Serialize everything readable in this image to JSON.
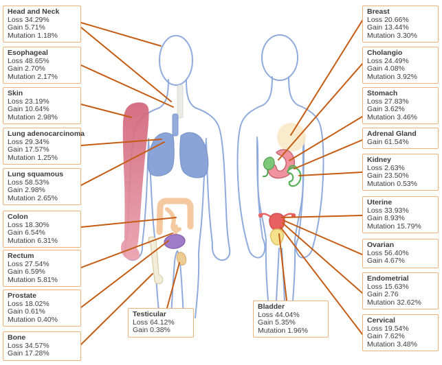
{
  "colors": {
    "box_border": "#F2B079",
    "connector": "#C55A11",
    "body_outline": "#8FAADC",
    "lungs": "#8AA4D8",
    "skin_arm": "#D96A80",
    "colon": "#F5C9A0",
    "prostate": "#A07CC8",
    "bone": "#F2ECDA",
    "testicle": "#ECCC92",
    "stomach": "#F0939E",
    "cholangio_green": "#5FB75F",
    "kidney_green": "#55B055",
    "uterus": "#E96060",
    "bladder": "#F5E08E",
    "breast": "#F8E9C6",
    "text": "#3B3B3B"
  },
  "boxes": {
    "head_and_neck": {
      "title": "Head and Neck",
      "lines": [
        "Loss 34.29%",
        "Gain 5.71%",
        "Mutation 1.18%"
      ]
    },
    "esophageal": {
      "title": "Esophageal",
      "lines": [
        "Loss 48.65%",
        "Gain 2.70%",
        "Mutation 2.17%"
      ]
    },
    "skin": {
      "title": "Skin",
      "lines": [
        "Loss 23.19%",
        "Gain 10.64%",
        "Mutation 2.98%"
      ]
    },
    "lung_adenocarcinoma": {
      "title": "Lung adenocarcinoma",
      "lines": [
        "Loss 29.34%",
        "Gain 17.57%",
        "Mutation 1.25%"
      ]
    },
    "lung_squamous": {
      "title": "Lung squamous",
      "lines": [
        "Loss 58.53%",
        "Gain 2.98%",
        "Mutation 2.65%"
      ]
    },
    "colon": {
      "title": "Colon",
      "lines": [
        "Loss 18.30%",
        "Gain 6.54%",
        "Mutation 6.31%"
      ]
    },
    "rectum": {
      "title": "Rectum",
      "lines": [
        "Loss 27.54%",
        "Gain 6.59%",
        "Mutation 5.81%"
      ]
    },
    "prostate": {
      "title": "Prostate",
      "lines": [
        "Loss 18.02%",
        "Gain 0.61%",
        "Mutation 0.40%"
      ]
    },
    "bone": {
      "title": "Bone",
      "lines": [
        "Loss 34.57%",
        "Gain 17.28%"
      ]
    },
    "testicular": {
      "title": "Testicular",
      "lines": [
        "Loss 64.12%",
        "Gain 0.38%"
      ]
    },
    "bladder": {
      "title": "Bladder",
      "lines": [
        "Loss 44.04%",
        "Gain 5.35%",
        "Mutation 1.96%"
      ]
    },
    "breast": {
      "title": "Breast",
      "lines": [
        "Loss 20.66%",
        "Gain 13.44%",
        "Mutation 3.30%"
      ]
    },
    "cholangio": {
      "title": "Cholangio",
      "lines": [
        "Loss 24.49%",
        "Gain 4.08%",
        "Mutation 3.92%"
      ]
    },
    "stomach": {
      "title": "Stomach",
      "lines": [
        "Loss 27.83%",
        "Gain 3.62%",
        "Mutation 3.46%"
      ]
    },
    "adrenal_gland": {
      "title": "Adrenal Gland",
      "lines": [
        "Gain 61.54%"
      ]
    },
    "kidney": {
      "title": "Kidney",
      "lines": [
        "Loss 2.63%",
        "Gain 23.50%",
        "Mutation 0.53%"
      ]
    },
    "uterine": {
      "title": "Uterine",
      "lines": [
        "Loss 33.93%",
        "Gain 8.93%",
        "Mutation 15.79%"
      ]
    },
    "ovarian": {
      "title": "Ovarian",
      "lines": [
        "Loss 56.40%",
        "Gain 4.67%"
      ]
    },
    "endometrial": {
      "title": "Endometrial",
      "lines": [
        "Loss 15.63%",
        "Gain 2.76",
        "Mutation 32.62%"
      ]
    },
    "cervical": {
      "title": "Cervical",
      "lines": [
        "Loss 19.54%",
        "Gain 7.62%",
        "Mutation 3.48%"
      ]
    }
  }
}
